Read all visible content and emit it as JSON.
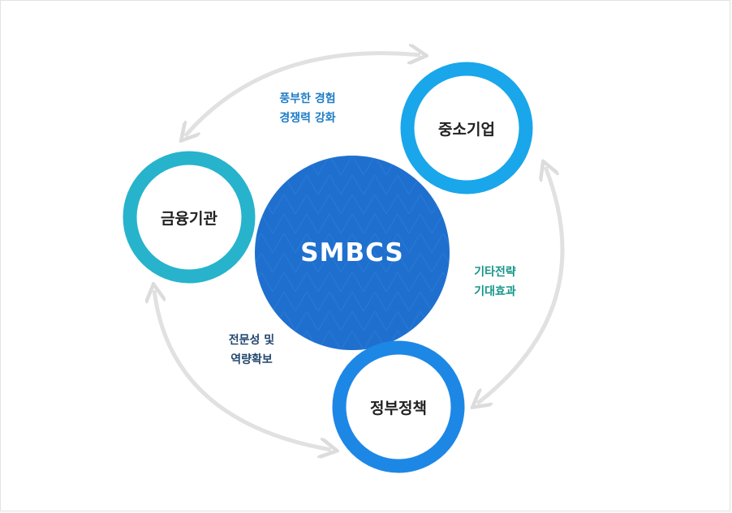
{
  "center": {
    "label": "SMBCS",
    "color": "#1f6fcf"
  },
  "nodes": {
    "finance": {
      "label": "금융기관",
      "color": "#27b3cc"
    },
    "sme": {
      "label": "중소기업",
      "color": "#19a6ea"
    },
    "government": {
      "label": "정부정책",
      "color": "#1d87e6"
    }
  },
  "notes": {
    "top": {
      "line1": "풍부한 경험",
      "line2": "경쟁력 강화",
      "color": "#1d7cc6"
    },
    "right": {
      "line1": "기타전략",
      "line2": "기대효과",
      "color": "#16958a"
    },
    "left": {
      "line1": "전문성 및",
      "line2": "역량확보",
      "color": "#23466e"
    }
  },
  "arrow_color": "#dcdcdc"
}
